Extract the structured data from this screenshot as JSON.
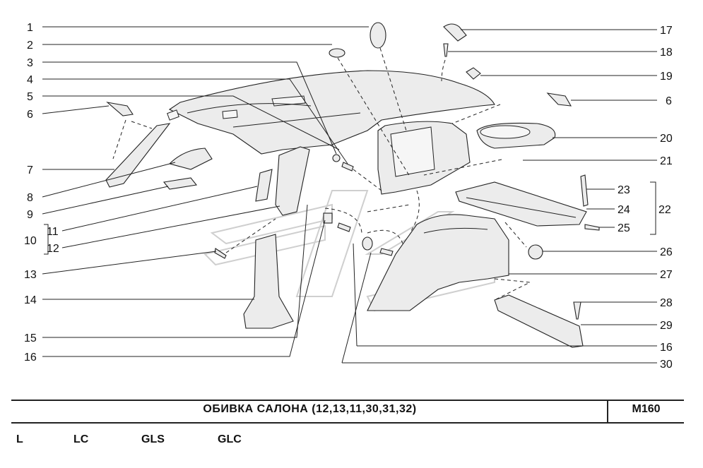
{
  "callouts": [
    {
      "num": "1"
    },
    {
      "num": "2"
    },
    {
      "num": "3"
    },
    {
      "num": "4"
    },
    {
      "num": "5"
    },
    {
      "num": "6"
    },
    {
      "num": "7"
    },
    {
      "num": "8"
    },
    {
      "num": "9"
    },
    {
      "num": "10"
    },
    {
      "num": "11"
    },
    {
      "num": "12"
    },
    {
      "num": "13"
    },
    {
      "num": "14"
    },
    {
      "num": "15"
    },
    {
      "num": "16"
    },
    {
      "num": "17"
    },
    {
      "num": "18"
    },
    {
      "num": "19"
    },
    {
      "num": "6"
    },
    {
      "num": "20"
    },
    {
      "num": "21"
    },
    {
      "num": "23"
    },
    {
      "num": "24"
    },
    {
      "num": "22"
    },
    {
      "num": "25"
    },
    {
      "num": "26"
    },
    {
      "num": "27"
    },
    {
      "num": "28"
    },
    {
      "num": "29"
    },
    {
      "num": "16"
    },
    {
      "num": "30"
    }
  ],
  "footer": {
    "title": "ОБИВКА  САЛОНА  (12,13,11,30,31,32)",
    "code": "M160",
    "trim_levels": [
      "L",
      "LC",
      "GLS",
      "GLC"
    ]
  }
}
